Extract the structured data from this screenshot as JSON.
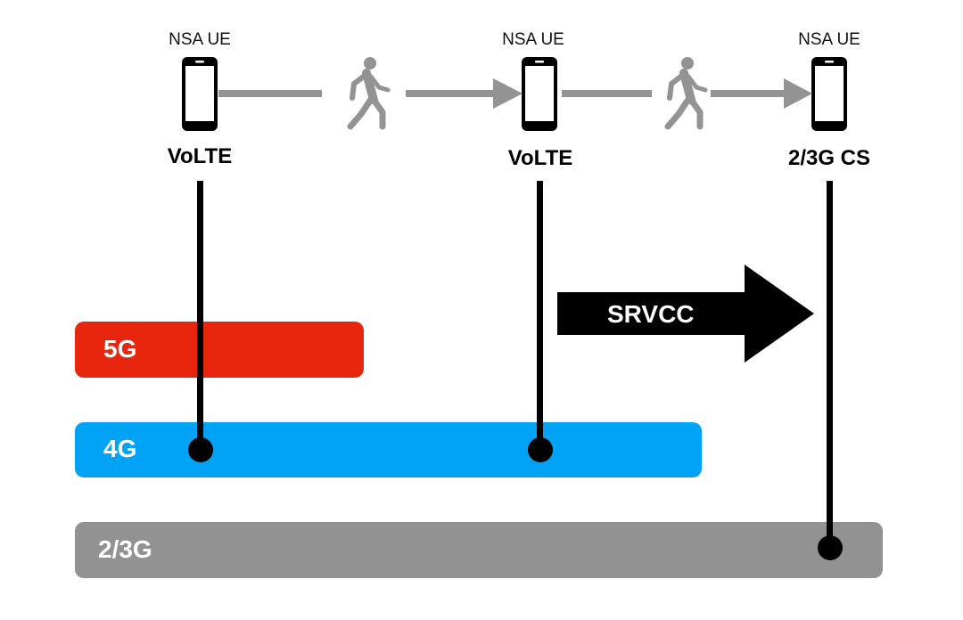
{
  "title": "NSA UE SRVCC mobility",
  "ues": [
    {
      "label": "NSA UE",
      "state": "VoLTE",
      "attached_to": "4G"
    },
    {
      "label": "NSA UE",
      "state": "VoLTE",
      "attached_to": "4G"
    },
    {
      "label": "NSA UE",
      "state": "2/3G CS",
      "attached_to": "2/3G"
    }
  ],
  "movement": {
    "icon": "walking-person-icon",
    "steps": 2
  },
  "handover": {
    "label": "SRVCC",
    "icon": "arrow-right-icon"
  },
  "networks": [
    {
      "label": "5G",
      "color": "#e8260d"
    },
    {
      "label": "4G",
      "color": "#00a3f5"
    },
    {
      "label": "2/3G",
      "color": "#929292"
    }
  ],
  "colors": {
    "movement_arrow": "#939393",
    "connector": "#000000"
  }
}
